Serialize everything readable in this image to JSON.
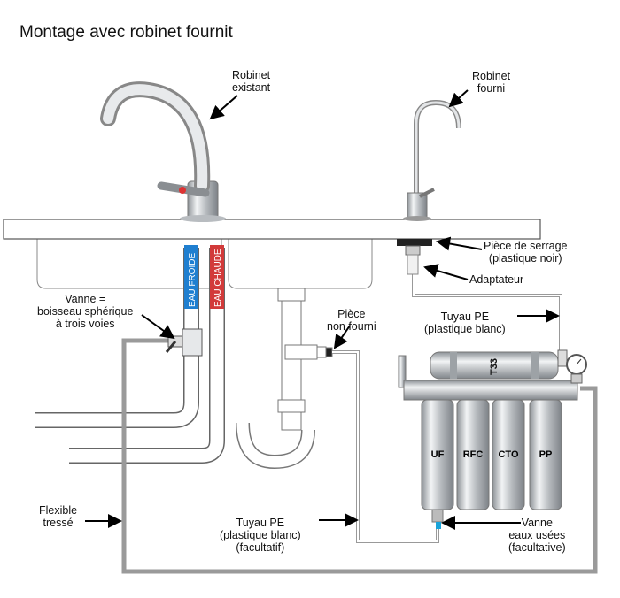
{
  "title": "Montage avec robinet fournit",
  "labels": {
    "robinet_existant": [
      "Robinet",
      "existant"
    ],
    "robinet_fourni": [
      "Robinet",
      "fourni"
    ],
    "piece_serrage": [
      "Pièce de serrage",
      "(plastique noir)"
    ],
    "adaptateur": "Adaptateur",
    "tuyau_pe_top": [
      "Tuyau PE",
      "(plastique blanc)"
    ],
    "vanne": [
      "Vanne =",
      "boisseau sphérique",
      "à trois voies"
    ],
    "piece_non_fourni": [
      "Pièce",
      "non fourni"
    ],
    "flexible": [
      "Flexible",
      "tressé"
    ],
    "tuyau_pe_bottom": [
      "Tuyau PE",
      "(plastique blanc)",
      "(facultatif)"
    ],
    "vanne_eaux": [
      "Vanne",
      "eaux usées",
      "(facultative)"
    ]
  },
  "pipes": {
    "eau_froide": "EAU FROIDE",
    "eau_chaude": "EAU CHAUDE"
  },
  "filters": [
    "UF",
    "RFC",
    "CTO",
    "PP"
  ],
  "membrane": "T33",
  "colors": {
    "cold": "#1f7fd0",
    "hot": "#d23a3a",
    "steel": "#c9cdd1",
    "braid": "#9a9a9a"
  }
}
